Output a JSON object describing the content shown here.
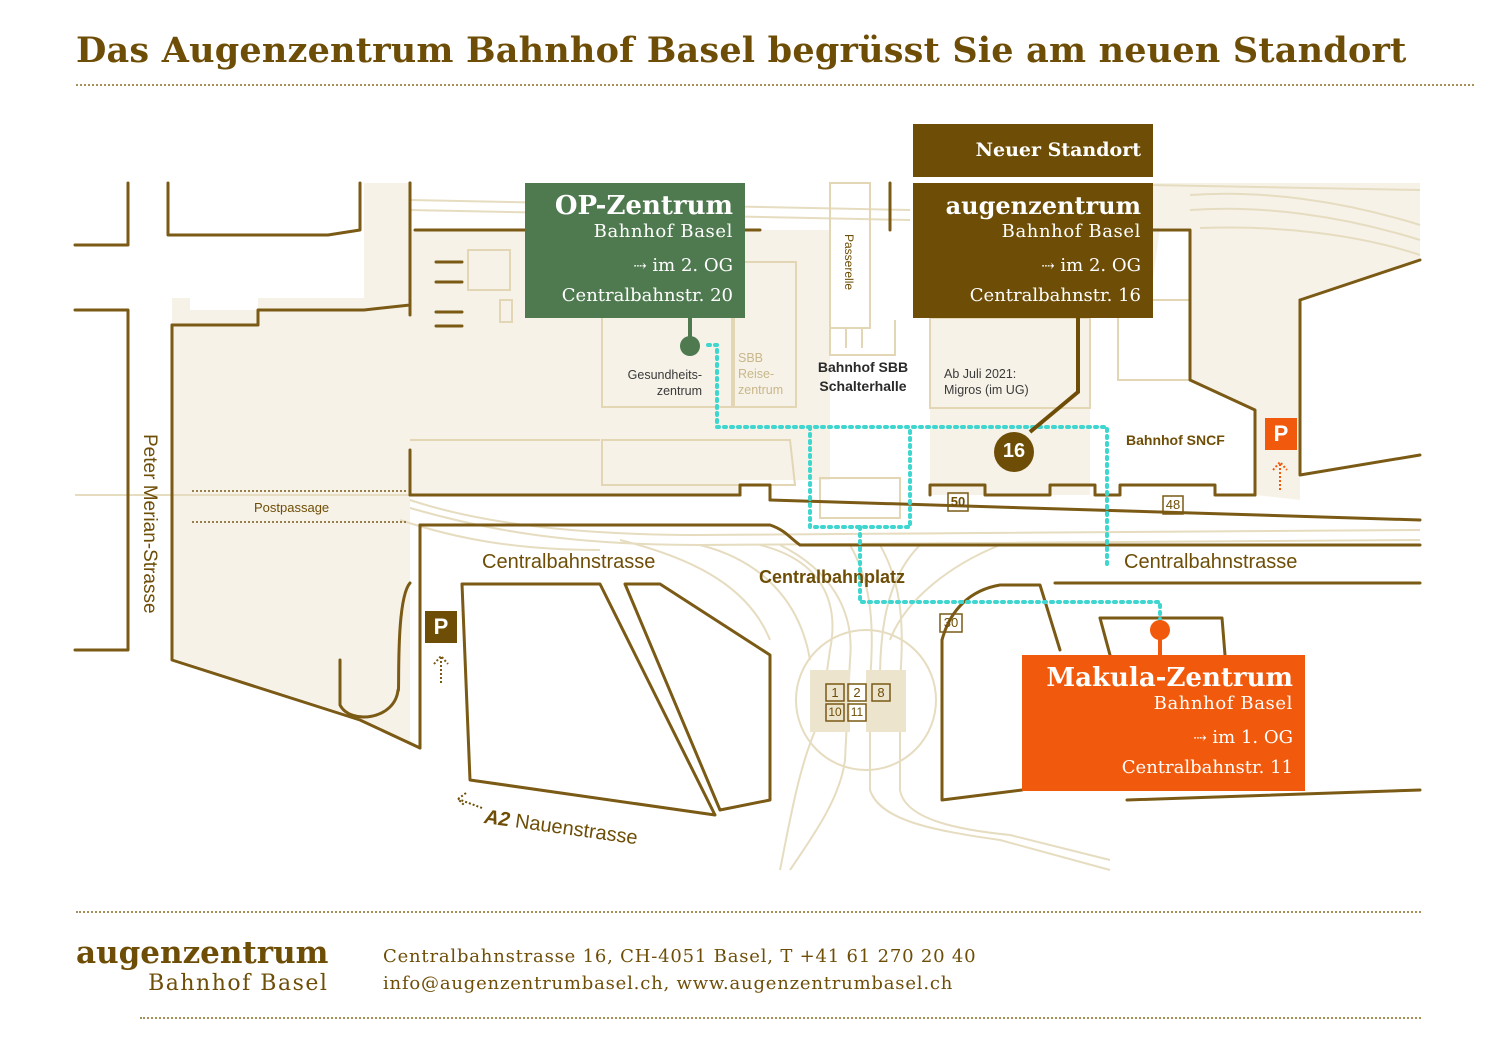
{
  "title": "Das Augenzentrum Bahnhof Basel begrüsst Sie am neuen Standort",
  "colors": {
    "brand_brown": "#6e4e07",
    "op_green": "#4f7a50",
    "makula_orange": "#f15a0c",
    "route_cyan": "#3fd6d0",
    "map_fill": "#f5f1e7",
    "map_outline": "#7a5a15"
  },
  "boxes": {
    "new_location_tag": "Neuer Standort",
    "augenzentrum": {
      "name": "augenzentrum",
      "sub": "Bahnhof Basel",
      "floor": "im 2. OG",
      "address": "Centralbahnstr. 16"
    },
    "op_zentrum": {
      "name": "OP-Zentrum",
      "sub": "Bahnhof Basel",
      "floor": "im 2. OG",
      "address": "Centralbahnstr. 20"
    },
    "makula_zentrum": {
      "name": "Makula-Zentrum",
      "sub": "Bahnhof Basel",
      "floor": "im 1. OG",
      "address": "Centralbahnstr. 11"
    },
    "floor_arrow_icon": "dotted-arrow-right"
  },
  "map_labels": {
    "passerelle": "Passerelle",
    "gesundheits_1": "Gesundheits-",
    "gesundheits_2": "zentrum",
    "sbb_reise_1": "SBB",
    "sbb_reise_2": "Reise-",
    "sbb_reise_3": "zentrum",
    "bahnhof_sbb_1": "Bahnhof SBB",
    "bahnhof_sbb_2": "Schalterhalle",
    "migros_1": "Ab Juli 2021:",
    "migros_2": "Migros (im UG)",
    "bahnhof_sncf": "Bahnhof SNCF",
    "peter_merian": "Peter Merian-Strasse",
    "postpassage": "Postpassage",
    "centralbahnstrasse_left": "Centralbahnstrasse",
    "centralbahnstrasse_right": "Centralbahnstrasse",
    "centralbahnplatz": "Centralbahnplatz",
    "a2_road": "A2",
    "nauenstrasse": "Nauenstrasse",
    "entrance_number": "16",
    "parking": "P",
    "stops": [
      "50",
      "48",
      "30",
      "1",
      "2",
      "8",
      "10",
      "11"
    ]
  },
  "footer": {
    "logo_name": "augenzentrum",
    "logo_sub": "Bahnhof Basel",
    "address_line": "Centralbahnstrasse 16, CH-4051 Basel, T +41 61 270 20 40",
    "contact_line": "info@augenzentrumbasel.ch, www.augenzentrumbasel.ch"
  }
}
